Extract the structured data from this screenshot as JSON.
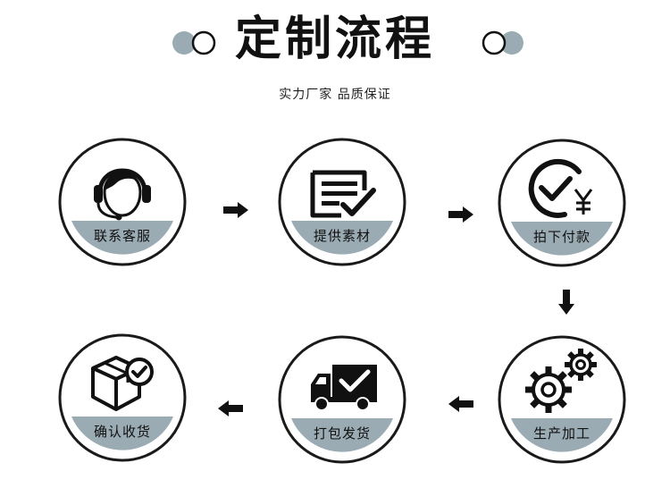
{
  "header": {
    "title": "定制流程",
    "subtitle": "实力厂家 品质保证"
  },
  "colors": {
    "accent": "#9aabb3",
    "dark": "#111111",
    "ring": "#1a1a1a"
  },
  "steps": [
    {
      "label": "联系客服",
      "icon": "customer-service-headset-icon"
    },
    {
      "label": "提供素材",
      "icon": "document-check-icon"
    },
    {
      "label": "拍下付款",
      "icon": "payment-yuan-check-icon"
    },
    {
      "label": "生产加工",
      "icon": "gears-icon"
    },
    {
      "label": "打包发货",
      "icon": "delivery-truck-icon"
    },
    {
      "label": "确认收货",
      "icon": "package-check-icon"
    }
  ]
}
